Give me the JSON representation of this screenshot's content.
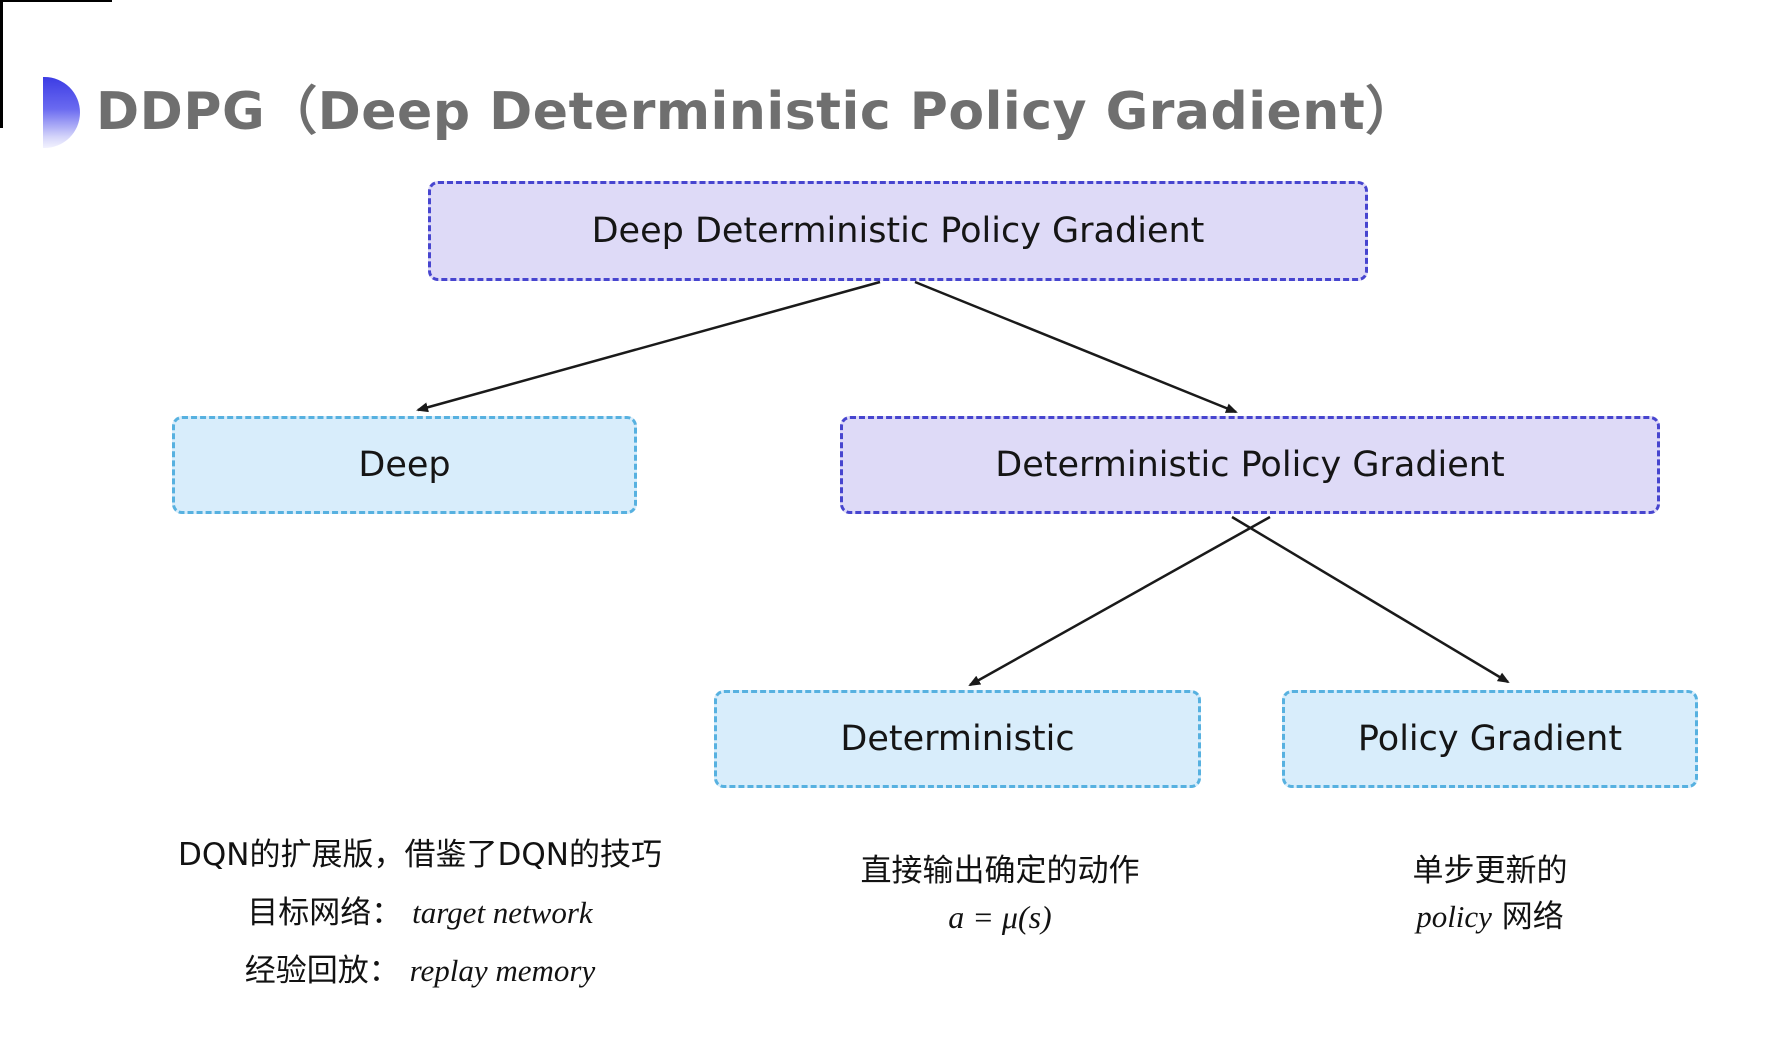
{
  "title": "DDPG（Deep Deterministic Policy Gradient）",
  "nodes": {
    "root": {
      "label": "Deep Deterministic Policy Gradient"
    },
    "deep": {
      "label": "Deep"
    },
    "dpg": {
      "label": "Deterministic Policy Gradient"
    },
    "det": {
      "label": "Deterministic"
    },
    "pg": {
      "label": "Policy Gradient"
    }
  },
  "annotations": {
    "deep": {
      "line1": "DQN的扩展版，借鉴了DQN的技巧",
      "line2_label": "目标网络：",
      "line2_value": "target network",
      "line3_label": "经验回放：",
      "line3_value": "replay memory"
    },
    "det": {
      "line1": "直接输出确定的动作",
      "formula": "a = μ(s)"
    },
    "pg": {
      "line1": "单步更新的",
      "line2_value": "policy",
      "line2_rest": " 网络"
    }
  },
  "colors": {
    "purple_fill": "#dedaf7",
    "purple_border": "#4745cf",
    "blue_fill": "#d8edfb",
    "blue_border": "#57b1e0",
    "title_gray": "#6f6f6f",
    "arrow": "#1a1a1a",
    "bullet_gradient_top": "#3c3ce4",
    "bullet_gradient_bottom": "#f2f2fe"
  }
}
